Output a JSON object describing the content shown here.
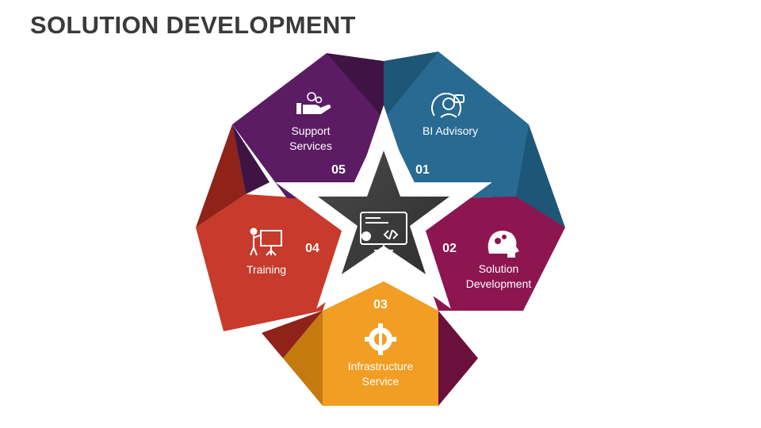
{
  "title": "SOLUTION DEVELOPMENT",
  "colors": {
    "blue": "#286a92",
    "magenta": "#8d1650",
    "orange": "#f29d23",
    "red": "#c73a2c",
    "purple": "#5b1c63",
    "center": "#3b3b3b"
  },
  "segments": [
    {
      "number": "01",
      "line1": "BI Advisory",
      "line2": "",
      "icon": "advisory-head-icon"
    },
    {
      "number": "02",
      "line1": "Solution",
      "line2": "Development",
      "icon": "head-gears-icon"
    },
    {
      "number": "03",
      "line1": "Infrastructure",
      "line2": "Service",
      "icon": "gear-wrench-icon"
    },
    {
      "number": "04",
      "line1": "Training",
      "line2": "",
      "icon": "presenter-board-icon"
    },
    {
      "number": "05",
      "line1": "Support",
      "line2": "Services",
      "icon": "hand-gears-icon"
    }
  ],
  "center_icon": "monitor-code-icon"
}
